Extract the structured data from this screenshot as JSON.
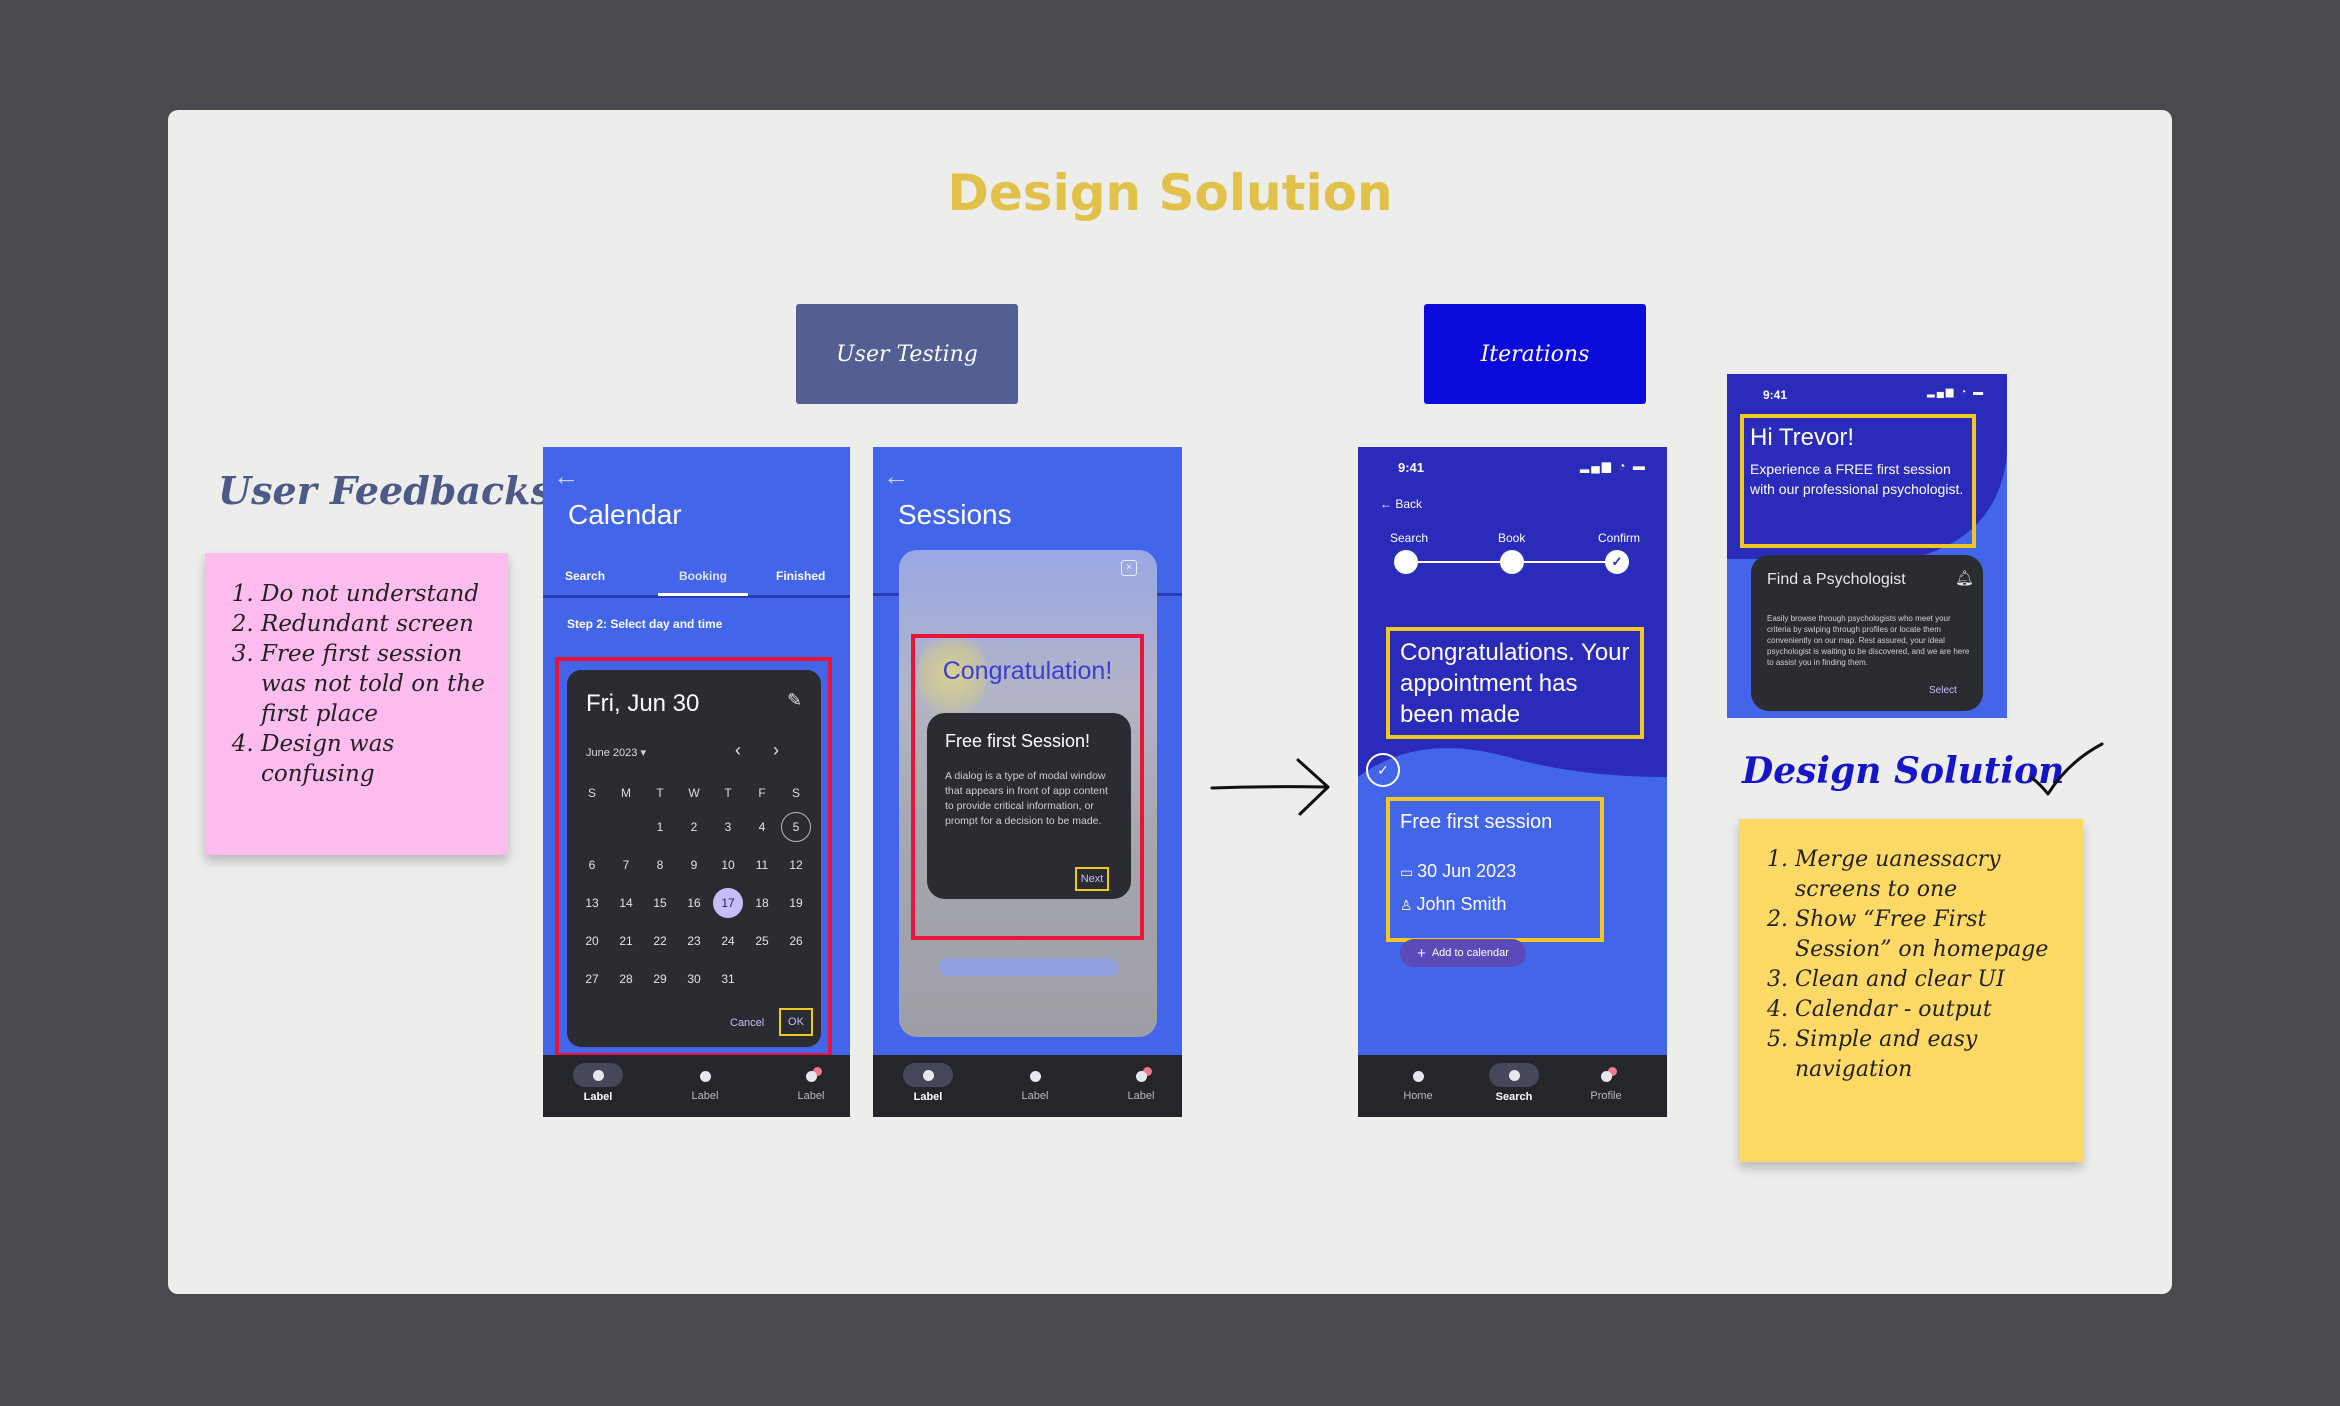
{
  "board": {
    "title": "Design Solution"
  },
  "tags": {
    "user_testing": "User Testing",
    "iterations": "Iterations"
  },
  "feedback": {
    "heading": "User Feedbacks",
    "items": [
      "Do not understand",
      "Redundant screen",
      "Free first session was not told on the first place",
      "Design was confusing"
    ]
  },
  "solution": {
    "heading": "Design Solution",
    "items": [
      "Merge uanessacry screens to one",
      "Show “Free First Session” on homepage",
      "Clean and clear UI",
      "Calendar - output",
      "Simple and easy navigation"
    ]
  },
  "phone1": {
    "title": "Calendar",
    "tabs": [
      "Search",
      "Booking",
      "Finished"
    ],
    "step": "Step 2: Select day and time",
    "date_header": "Fri, Jun 30",
    "month": "June 2023",
    "weekdays": [
      "S",
      "M",
      "T",
      "W",
      "T",
      "F",
      "S"
    ],
    "cancel": "Cancel",
    "ok": "OK",
    "nav": [
      "Label",
      "Label",
      "Label"
    ]
  },
  "phone2": {
    "title": "Sessions",
    "congrats": "Congratulation!",
    "dialog_title": "Free first Session!",
    "dialog_body": "A dialog is a type of modal window that appears in front of app content to provide critical information, or prompt for a decision to be made.",
    "next": "Next",
    "nav": [
      "Label",
      "Label",
      "Label"
    ]
  },
  "phone3": {
    "time": "9:41",
    "back": "Back",
    "steps": [
      "Search",
      "Book",
      "Confirm"
    ],
    "confirm_msg": "Congratulations. Your appointment has been made",
    "session_title": "Free first session",
    "date": "30 Jun 2023",
    "person": "John Smith",
    "add_calendar": "Add to calendar",
    "nav": [
      "Home",
      "Search",
      "Profile"
    ]
  },
  "phone4": {
    "time": "9:41",
    "greeting": "Hi Trevor!",
    "greeting_body": "Experience a FREE first session with our professional psychologist.",
    "card_title": "Find a Psychologist",
    "card_body": "Easily browse through psychologists who meet your criteria by swiping through profiles or locate them conveniently on our map. Rest assured, your ideal psychologist is waiting to be discovered, and we are here to assist you in finding them.",
    "select": "Select"
  },
  "colors": {
    "accent_yellow": "#e2c14a",
    "phone_blue": "#4365ea",
    "deep_blue": "#0a0adb",
    "sticky_pink": "#ffbdef",
    "sticky_yellow": "#ffd966",
    "highlight_red": "#e8143a",
    "highlight_yellow": "#f0c81e"
  }
}
